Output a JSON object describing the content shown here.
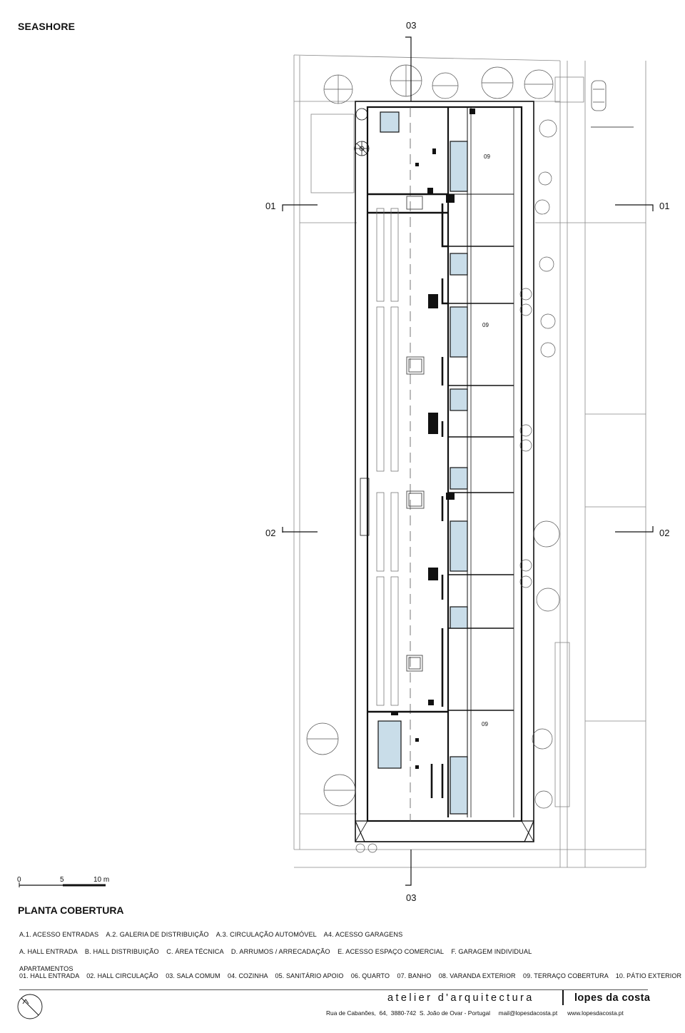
{
  "project_title": "SEASHORE",
  "plan_title": "PLANTA COBERTURA",
  "section_marks": {
    "top": "03",
    "bottom": "03",
    "left_upper": "01",
    "right_upper": "01",
    "left_lower": "02",
    "right_lower": "02"
  },
  "room_labels": [
    "09",
    "09",
    "09"
  ],
  "scale_bar": {
    "label_0": "0",
    "label_5": "5",
    "label_10": "10 m"
  },
  "legend": {
    "line1": "A.1. ACESSO ENTRADAS    A.2. GALERIA DE DISTRIBUIÇÃO    A.3. CIRCULAÇÃO AUTOMÓVEL    A4. ACESSO GARAGENS",
    "line2": "A. HALL ENTRADA    B. HALL DISTRIBUIÇÃO    C. ÁREA TÉCNICA    D. ARRUMOS / ARRECADAÇÃO    E. ACESSO ESPAÇO COMERCIAL    F. GARAGEM INDIVIDUAL",
    "line3_heading": "APARTAMENTOS",
    "line3": "01. HALL ENTRADA    02. HALL CIRCULAÇÃO    03. SALA COMUM    04. COZINHA    05. SANITÁRIO APOIO    06. QUARTO    07. BANHO    08. VARANDA EXTERIOR    09. TERRAÇO COBERTURA    10. PÁTIO EXTERIOR"
  },
  "footer": {
    "atelier": "atelier d'arquitectura",
    "brand": "lopes da costa",
    "address": "Rua de Cabanões,  64,  3880-742  S. João de Ovar - Portugal     mail@lopesdacosta.pt      www.lopesdacosta.pt"
  },
  "colors": {
    "line": "#111111",
    "light_line": "#888888",
    "pool": "#c9dde9"
  },
  "north_icon": "north-arrow-icon"
}
